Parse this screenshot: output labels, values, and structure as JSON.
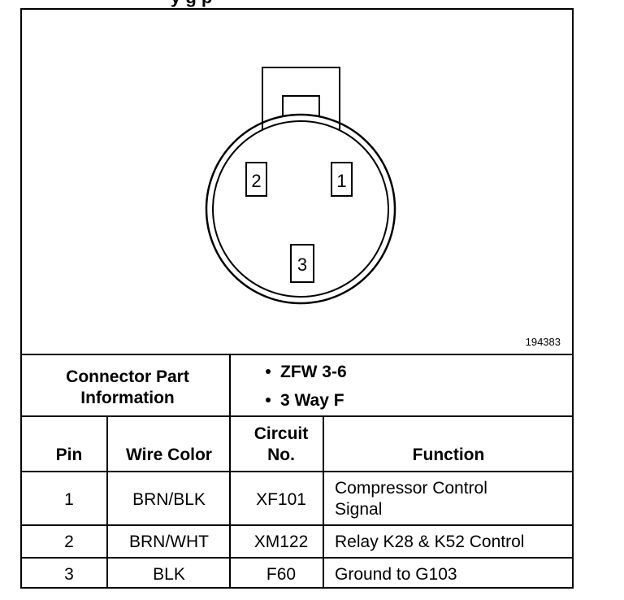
{
  "header_fragment": "y   g      p",
  "figure_number": "194383",
  "pins_on_face": [
    "2",
    "1",
    "3"
  ],
  "connector_info": {
    "label_line1": "Connector Part",
    "label_line2": "Information",
    "items": [
      "ZFW 3-6",
      "3 Way F"
    ]
  },
  "table": {
    "headers": {
      "pin": "Pin",
      "wire_color": "Wire Color",
      "circuit_line1": "Circuit",
      "circuit_line2": "No.",
      "function": "Function"
    },
    "rows": [
      {
        "pin": "1",
        "wire_color": "BRN/BLK",
        "circuit": "XF101",
        "function_line1": "Compressor Control",
        "function_line2": "Signal"
      },
      {
        "pin": "2",
        "wire_color": "BRN/WHT",
        "circuit": "XM122",
        "function_line1": "Relay K28 & K52 Control",
        "function_line2": ""
      },
      {
        "pin": "3",
        "wire_color": "BLK",
        "circuit": "F60",
        "function_line1": "Ground to G103",
        "function_line2": ""
      }
    ]
  }
}
